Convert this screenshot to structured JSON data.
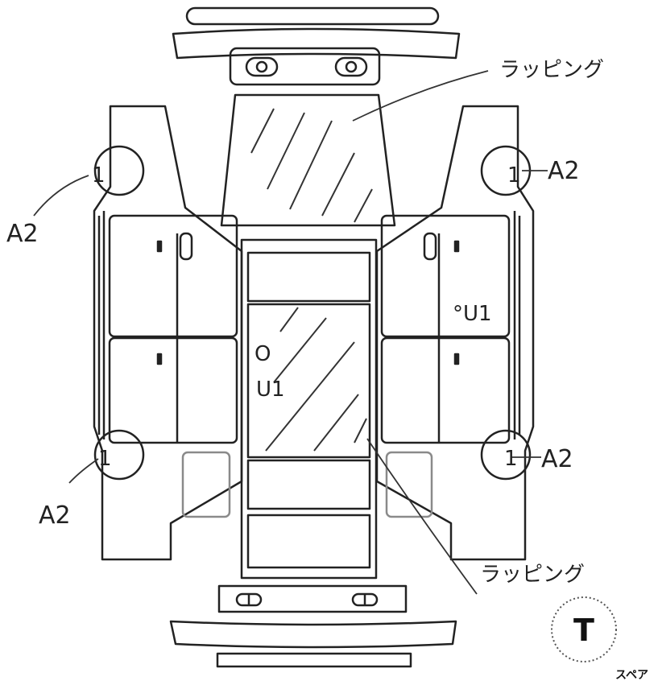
{
  "annotations": {
    "wrapping_top": "ラッピング",
    "wrapping_bottom": "ラッピング",
    "wheel_front_left": "A2",
    "wheel_front_right": "A2",
    "wheel_rear_left": "A2",
    "wheel_rear_right": "A2",
    "roof_mark_circle": "O",
    "roof_mark_code": "U1",
    "right_door_mark": "°U1",
    "wheel_mark": "1"
  },
  "spare": {
    "letter": "T",
    "label": "スペア"
  },
  "colors": {
    "line": "#222222",
    "window_gray": "#8a8a8a",
    "background": "#ffffff"
  }
}
